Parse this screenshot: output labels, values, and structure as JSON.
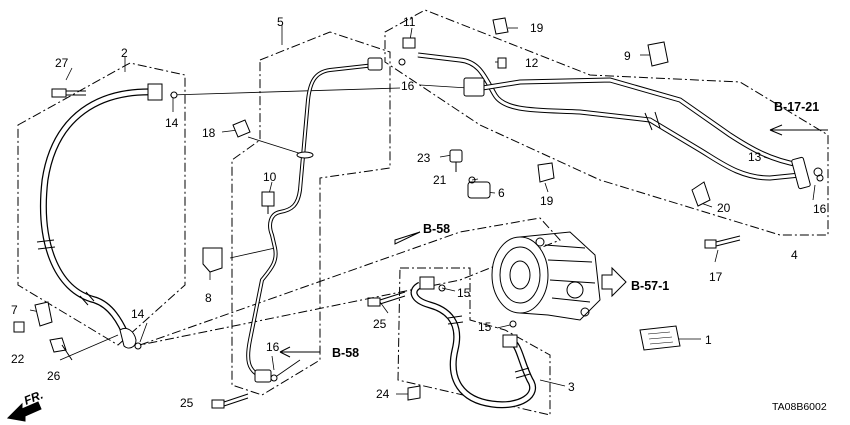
{
  "diagram": {
    "code": "TA08B6002",
    "front_label": "FR.",
    "parts": [
      {
        "id": "p1",
        "label": "1"
      },
      {
        "id": "p2",
        "label": "2"
      },
      {
        "id": "p3",
        "label": "3"
      },
      {
        "id": "p4",
        "label": "4"
      },
      {
        "id": "p5",
        "label": "5"
      },
      {
        "id": "p6",
        "label": "6"
      },
      {
        "id": "p7",
        "label": "7"
      },
      {
        "id": "p8",
        "label": "8"
      },
      {
        "id": "p9",
        "label": "9"
      },
      {
        "id": "p10",
        "label": "10"
      },
      {
        "id": "p11",
        "label": "11"
      },
      {
        "id": "p12",
        "label": "12"
      },
      {
        "id": "p13",
        "label": "13"
      },
      {
        "id": "p14a",
        "label": "14"
      },
      {
        "id": "p14b",
        "label": "14"
      },
      {
        "id": "p15a",
        "label": "15"
      },
      {
        "id": "p15b",
        "label": "15"
      },
      {
        "id": "p16a",
        "label": "16"
      },
      {
        "id": "p16b",
        "label": "16"
      },
      {
        "id": "p16c",
        "label": "16"
      },
      {
        "id": "p17",
        "label": "17"
      },
      {
        "id": "p18",
        "label": "18"
      },
      {
        "id": "p19a",
        "label": "19"
      },
      {
        "id": "p19b",
        "label": "19"
      },
      {
        "id": "p20",
        "label": "20"
      },
      {
        "id": "p21",
        "label": "21"
      },
      {
        "id": "p22",
        "label": "22"
      },
      {
        "id": "p23",
        "label": "23"
      },
      {
        "id": "p24",
        "label": "24"
      },
      {
        "id": "p25a",
        "label": "25"
      },
      {
        "id": "p25b",
        "label": "25"
      },
      {
        "id": "p26",
        "label": "26"
      },
      {
        "id": "p27",
        "label": "27"
      }
    ],
    "refs": [
      {
        "id": "r1",
        "label": "B-17-21"
      },
      {
        "id": "r2",
        "label": "B-58"
      },
      {
        "id": "r3",
        "label": "B-57-1"
      },
      {
        "id": "r4",
        "label": "B-58"
      }
    ]
  }
}
